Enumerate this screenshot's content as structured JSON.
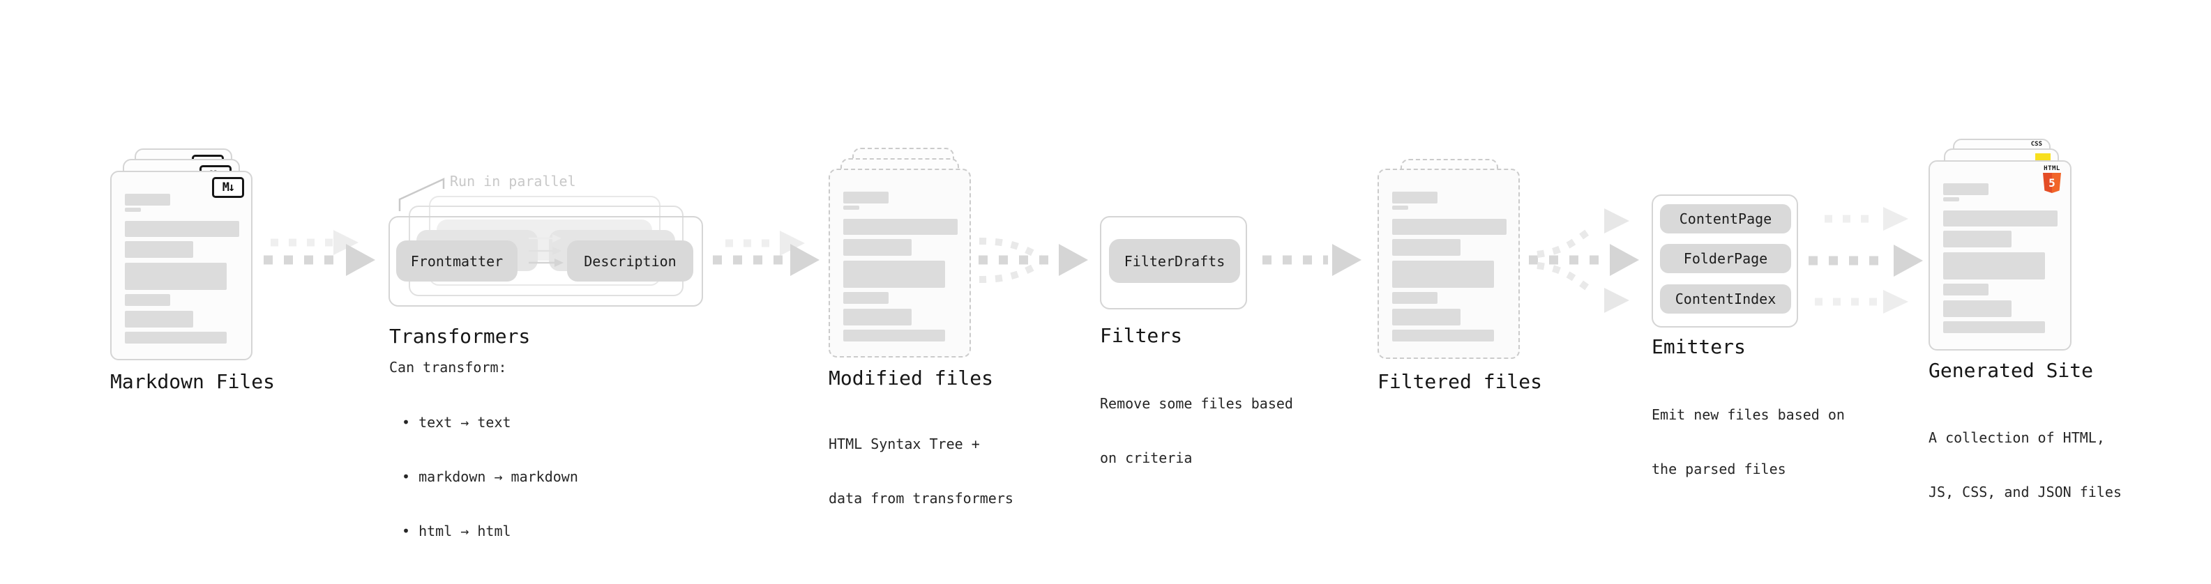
{
  "nodes": {
    "markdown_files": {
      "label": "Markdown Files",
      "badge": "M↓"
    },
    "transformers": {
      "label": "Transformers",
      "annotation": "Run in parallel",
      "buttons": [
        "Frontmatter",
        "Description"
      ],
      "caption": "Can transform:",
      "bullets": [
        "• text → text",
        "• markdown → markdown",
        "• html → html"
      ]
    },
    "modified_files": {
      "label": "Modified files",
      "description": [
        "HTML Syntax Tree +",
        "data from transformers"
      ]
    },
    "filters": {
      "label": "Filters",
      "buttons": [
        "FilterDrafts"
      ],
      "description": [
        "Remove some files based",
        "on criteria"
      ]
    },
    "filtered_files": {
      "label": "Filtered files"
    },
    "emitters": {
      "label": "Emitters",
      "buttons": [
        "ContentPage",
        "FolderPage",
        "ContentIndex"
      ],
      "description": [
        "Emit new files based on",
        "the parsed files"
      ]
    },
    "generated_site": {
      "label": "Generated Site",
      "description": [
        "A collection of HTML,",
        "JS, CSS, and JSON files"
      ],
      "badges": {
        "html_label": "HTML",
        "html_number": "5",
        "css_label": "CSS"
      }
    }
  },
  "colors": {
    "html5_orange": "#e44d26",
    "html5_orange_light": "#f16529",
    "js_yellow": "#f7df1e",
    "css_blue": "#2c63e8",
    "arrow_grey": "#d7d7d7",
    "arrow_light": "#efefef",
    "annotation_grey": "#c8c8c8"
  }
}
